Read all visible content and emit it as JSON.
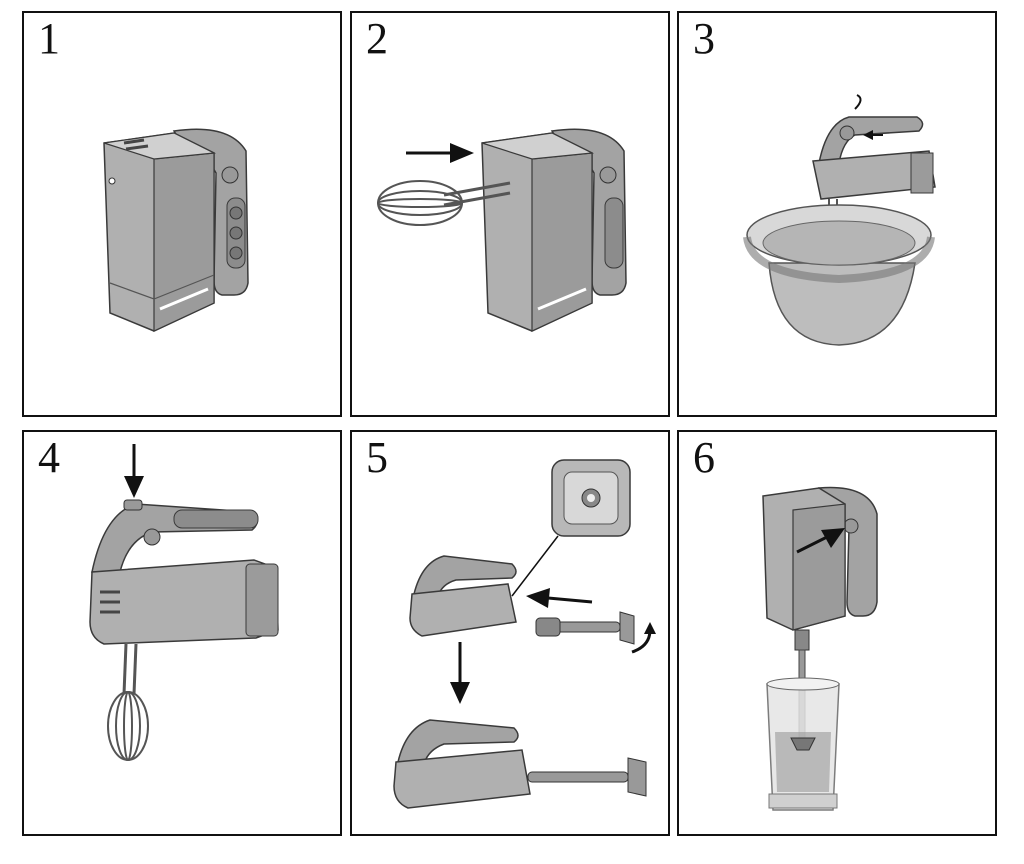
{
  "panels": [
    {
      "number": "1"
    },
    {
      "number": "2"
    },
    {
      "number": "3"
    },
    {
      "number": "4"
    },
    {
      "number": "5"
    },
    {
      "number": "6"
    }
  ],
  "colors": {
    "body": "#a9a9a9",
    "body_dark": "#7e7e7e",
    "body_light": "#cfcfcf",
    "outline": "#3a3a3a",
    "arrow": "#111111",
    "bowl": "#c4c4c4",
    "glass": "#e4e4e4"
  },
  "icons": [
    "arrow-right-icon",
    "arrow-down-icon",
    "rotate-icon"
  ]
}
